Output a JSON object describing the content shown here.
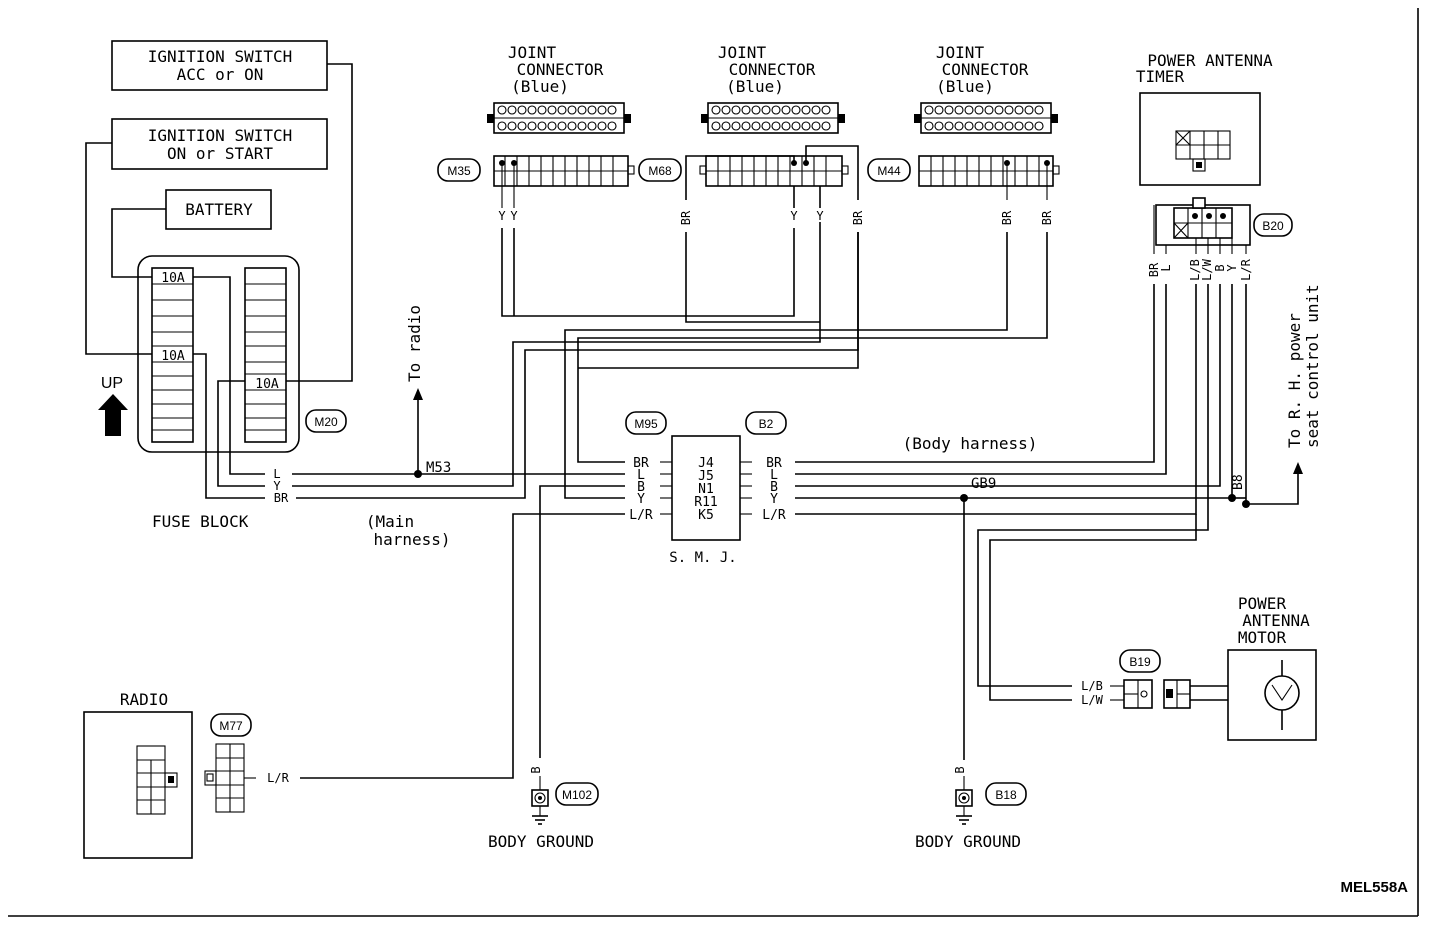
{
  "boxes": {
    "ign_acc_on": [
      "IGNITION SWITCH",
      "ACC or ON"
    ],
    "ign_on_start": [
      "IGNITION SWITCH",
      "ON or START"
    ],
    "battery": "BATTERY",
    "power_antenna_timer": [
      "POWER ANTENNA",
      "TIMER"
    ],
    "radio": "RADIO",
    "power_antenna_motor": [
      "POWER",
      "ANTENNA",
      "MOTOR"
    ]
  },
  "joint_connectors": [
    {
      "label": [
        "JOINT",
        "CONNECTOR",
        "(Blue)"
      ]
    },
    {
      "label": [
        "JOINT",
        "CONNECTOR",
        "(Blue)"
      ]
    },
    {
      "label": [
        "JOINT",
        "CONNECTOR",
        "(Blue)"
      ]
    }
  ],
  "connector_ids": {
    "m35": "M35",
    "m68": "M68",
    "m44": "M44",
    "b20": "B20",
    "m20": "M20",
    "m95": "M95",
    "b2": "B2",
    "m77": "M77",
    "m102": "M102",
    "b18": "B18",
    "b19": "B19"
  },
  "fuse_block": {
    "label": "FUSE BLOCK",
    "fuse1": "10A",
    "fuse2": "10A",
    "fuse3": "10A",
    "up": "UP"
  },
  "wire_colors": {
    "m35_y1": "Y",
    "m35_y2": "Y",
    "m68_br": "BR",
    "m68_y1": "Y",
    "m68_y2": "Y",
    "m44_br_left": "BR",
    "m44_br1": "BR",
    "m44_br2": "BR",
    "fuse_l": "L",
    "fuse_y": "Y",
    "fuse_br": "BR",
    "b20_br": "BR",
    "b20_l": "L",
    "b20_lb": "L/B",
    "b20_lw": "L/W",
    "b20_b": "B",
    "b20_y": "Y",
    "b20_lr": "L/R",
    "m77_lr": "L/R",
    "m102_b": "B",
    "b18_b": "B",
    "b19_lb": "L/B",
    "b19_lw": "L/W"
  },
  "smj": {
    "label": "S. M. J.",
    "left_colors": [
      "BR",
      "L",
      "B",
      "Y",
      "L/R"
    ],
    "pins": [
      "J4",
      "J5",
      "N1",
      "R11",
      "K5"
    ],
    "right_colors": [
      "BR",
      "L",
      "B",
      "Y",
      "L/R"
    ]
  },
  "splices": {
    "m53": "M53",
    "gb9": "GB9",
    "b8": "B8"
  },
  "notes": {
    "to_radio": "To radio",
    "to_rh": [
      "To R. H. power",
      "seat control unit"
    ],
    "body_harness": "(Body harness)",
    "main_harness": [
      "(Main",
      "harness)"
    ],
    "body_ground_1": "BODY GROUND",
    "body_ground_2": "BODY GROUND",
    "diagram_code": "MEL558A"
  }
}
